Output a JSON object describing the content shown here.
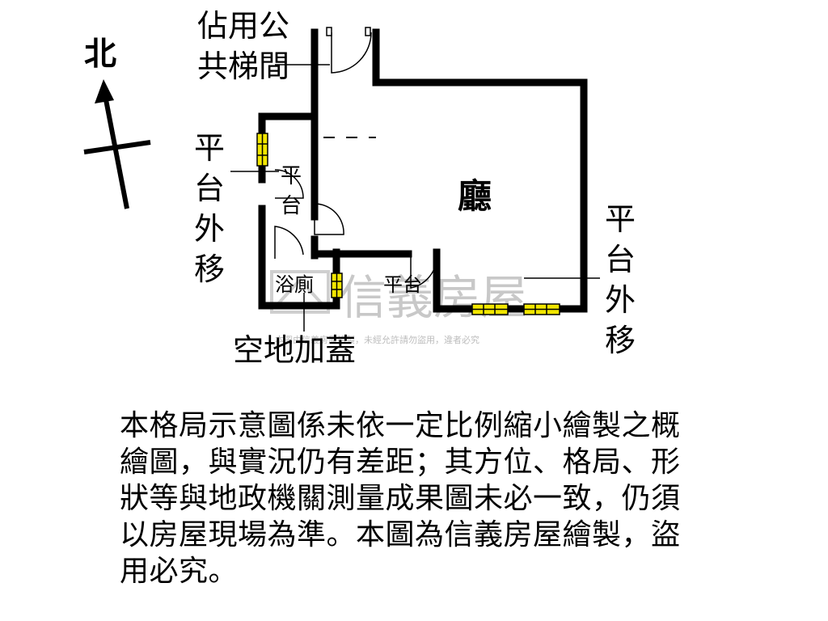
{
  "compass": {
    "north_label": "北"
  },
  "labels": {
    "stairwell": [
      "佔用公",
      "共梯間"
    ],
    "platform_left": [
      "平",
      "台",
      "外",
      "移"
    ],
    "platform_small": [
      "平",
      "台"
    ],
    "living_room": "廳",
    "platform_right": [
      "平",
      "台",
      "外",
      "移"
    ],
    "bathroom": "浴廁",
    "platform_center": "平台",
    "vacant_lot": "空地加蓋"
  },
  "watermark": {
    "brand": "信義房屋",
    "notice": "本圖由信義房屋繪製，未經允許請勿盜用，違者必究"
  },
  "disclaimer": "本格局示意圖係未依一定比例縮小繪製之概\n繪圖，與實況仍有差距；其方位、格局、形\n狀等與地政機關測量成果圖未必一致，仍須\n以房屋現場為準。本圖為信義房屋繪製，盜\n用必究。",
  "colors": {
    "wall": "#000000",
    "window_fill": "#f2e600",
    "watermark": "#c8c8c8"
  }
}
